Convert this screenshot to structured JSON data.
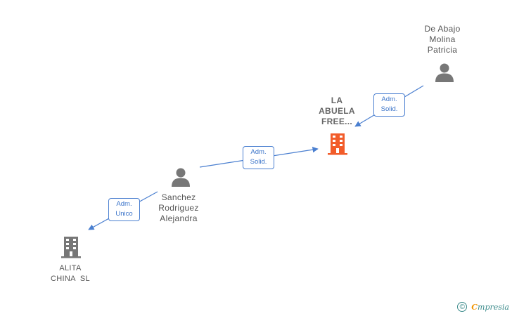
{
  "nodes": {
    "de_abajo": {
      "lines": [
        "De Abajo",
        "Molina",
        "Patricia"
      ],
      "type": "person"
    },
    "la_abuela": {
      "lines": [
        "LA",
        "ABUELA",
        "FREE..."
      ],
      "type": "company-main"
    },
    "sanchez": {
      "lines": [
        "Sanchez",
        "Rodriguez",
        "Alejandra"
      ],
      "type": "person"
    },
    "alita": {
      "lines": [
        "ALITA",
        "CHINA  SL"
      ],
      "type": "company"
    }
  },
  "edges": {
    "de_abajo_to_la_abuela": {
      "lines": [
        "Adm.",
        "Solid."
      ]
    },
    "sanchez_to_la_abuela": {
      "lines": [
        "Adm.",
        "Solid."
      ]
    },
    "sanchez_to_alita": {
      "lines": [
        "Adm.",
        "Unico"
      ]
    }
  },
  "colors": {
    "person": "#777777",
    "company": "#777777",
    "company_main": "#f25c2a",
    "edge": "#4a7fd0"
  },
  "footer": {
    "copyright_symbol": "©",
    "brand_first": "C",
    "brand_rest": "mpresia"
  }
}
